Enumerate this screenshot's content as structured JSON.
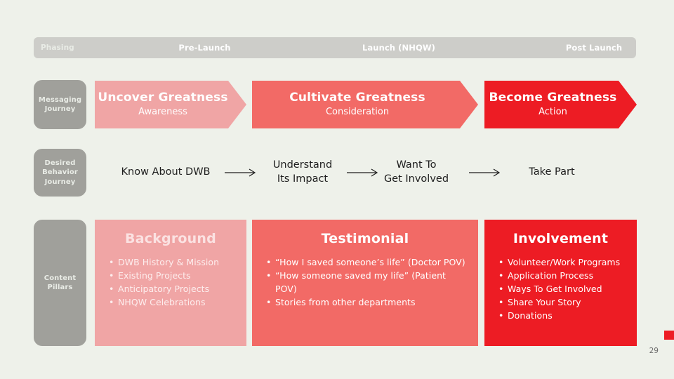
{
  "slide": {
    "background_color": "#EEF1EA",
    "page_number": "29"
  },
  "palette": {
    "light_pink": "#F0A5A5",
    "coral": "#F26A66",
    "bright_red": "#ED1C24",
    "grey_label": "#A0A09B",
    "grey_bar": "#CDCDC9",
    "text_dark": "#1E1E1E",
    "text_white": "#FFFFFF"
  },
  "phasing": {
    "row_label": "Phasing",
    "stages": [
      {
        "label": "Pre-Launch"
      },
      {
        "label": "Launch (NHQW)"
      },
      {
        "label": "Post Launch"
      }
    ]
  },
  "messaging_journey": {
    "row_label": "Messaging\nJourney",
    "row_label_line1": "Messaging",
    "row_label_line2": "Journey",
    "stages": [
      {
        "title": "Uncover Greatness",
        "subtitle": "Awareness",
        "color": "#F0A5A5"
      },
      {
        "title": "Cultivate Greatness",
        "subtitle": "Consideration",
        "color": "#F26A66"
      },
      {
        "title": "Become Greatness",
        "subtitle": "Action",
        "color": "#ED1C24"
      }
    ]
  },
  "behavior_journey": {
    "row_label_line1": "Desired",
    "row_label_line2": "Behavior",
    "row_label_line3": "Journey",
    "steps": [
      {
        "line1": "Know About DWB",
        "line2": ""
      },
      {
        "line1": "Understand",
        "line2": "Its Impact"
      },
      {
        "line1": "Want To",
        "line2": "Get Involved"
      },
      {
        "line1": "Take Part",
        "line2": ""
      }
    ],
    "arrow_icon": "right-arrow-icon"
  },
  "content_pillars": {
    "row_label_line1": "Content",
    "row_label_line2": "Pillars",
    "panels": [
      {
        "title": "Background",
        "color": "#F0A5A5",
        "items": [
          "DWB History & Mission",
          "Existing Projects",
          "Anticipatory Projects",
          "NHQW Celebrations"
        ]
      },
      {
        "title": "Testimonial",
        "color": "#F26A66",
        "items": [
          "“How I saved someone’s life” (Doctor POV)",
          "“How someone saved my life” (Patient POV)",
          "Stories from other departments"
        ]
      },
      {
        "title": "Involvement",
        "color": "#ED1C24",
        "items": [
          "Volunteer/Work Programs",
          "Application Process",
          "Ways To Get Involved",
          "Share Your Story",
          "Donations"
        ]
      }
    ]
  }
}
